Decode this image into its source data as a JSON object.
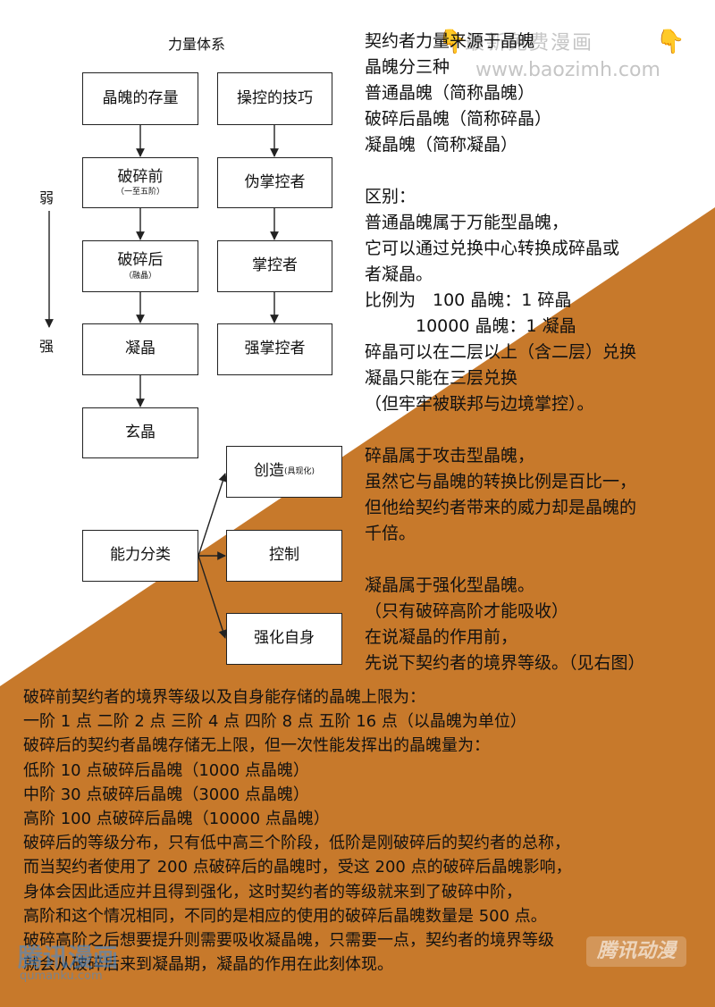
{
  "colors": {
    "orange": "#c7792b",
    "box_border": "#222222"
  },
  "diagram": {
    "title": "力量体系",
    "weak": "弱",
    "strong": "强",
    "left_column": [
      {
        "label": "晶魄的存量",
        "sub": ""
      },
      {
        "label": "破碎前",
        "sub": "（一至五阶）"
      },
      {
        "label": "破碎后",
        "sub": "（融晶）"
      },
      {
        "label": "凝晶",
        "sub": ""
      },
      {
        "label": "玄晶",
        "sub": ""
      }
    ],
    "right_column": [
      "操控的技巧",
      "伪掌控者",
      "掌控者",
      "强掌控者"
    ],
    "ability": {
      "root": "能力分类",
      "create": "创造",
      "create_note": "(具现化)",
      "control": "控制",
      "enhance": "强化自身"
    }
  },
  "right_text": [
    "契约者力量来源于晶魄",
    "晶魄分三种",
    "普通晶魄（简称晶魄）",
    "破碎后晶魄（简称碎晶）",
    "凝晶魄（简称凝晶）",
    "",
    "区别：",
    "普通晶魄属于万能型晶魄，",
    "它可以通过兑换中心转换成碎晶或",
    "者凝晶。",
    "比例为　100 晶魄：1 碎晶",
    "　　　10000 晶魄：1 凝晶",
    "碎晶可以在二层以上（含二层）兑换",
    "凝晶只能在三层兑换",
    "（但牢牢被联邦与边境掌控）。",
    "",
    "碎晶属于攻击型晶魄，",
    "虽然它与晶魄的转换比例是百比一，",
    "但他给契约者带来的威力却是晶魄的",
    "千倍。",
    "",
    "凝晶属于强化型晶魄。",
    "（只有破碎高阶才能吸收）",
    "在说凝晶的作用前，",
    "先说下契约者的境界等级。（见右图）"
  ],
  "bottom_text": [
    "破碎前契约者的境界等级以及自身能存储的晶魄上限为：",
    "一阶 1 点  二阶 2 点  三阶 4 点  四阶 8 点  五阶 16 点（以晶魄为单位）",
    "破碎后的契约者晶魄存储无上限，但一次性能发挥出的晶魄量为：",
    "低阶 10 点破碎后晶魄（1000 点晶魄）",
    "中阶 30 点破碎后晶魄（3000 点晶魄）",
    "高阶 100 点破碎后晶魄（10000 点晶魄）",
    "破碎后的等级分布，只有低中高三个阶段，低阶是刚破碎后的契约者的总称，",
    "而当契约者使用了 200 点破碎后的晶魄时，受这 200 点的破碎后晶魄影响，",
    "身体会因此适应并且得到强化，这时契约者的等级就来到了破碎中阶，",
    "高阶和这个情况相同，不同的是相应的使用的破碎后晶魄数量是 500 点。",
    "破碎高阶之后想要提升则需要吸收凝晶魄，只需要一点，契约者的境界等级",
    "就会从破碎后来到凝晶期，凝晶的作用在此刻体现。"
  ],
  "watermarks": {
    "top_line1": "最新免费漫画",
    "top_line2": "www.baozimh.com",
    "bottom_left1": "腾讯漫画",
    "bottom_left2": "qumanku.com",
    "bottom_right": "腾讯动漫"
  }
}
